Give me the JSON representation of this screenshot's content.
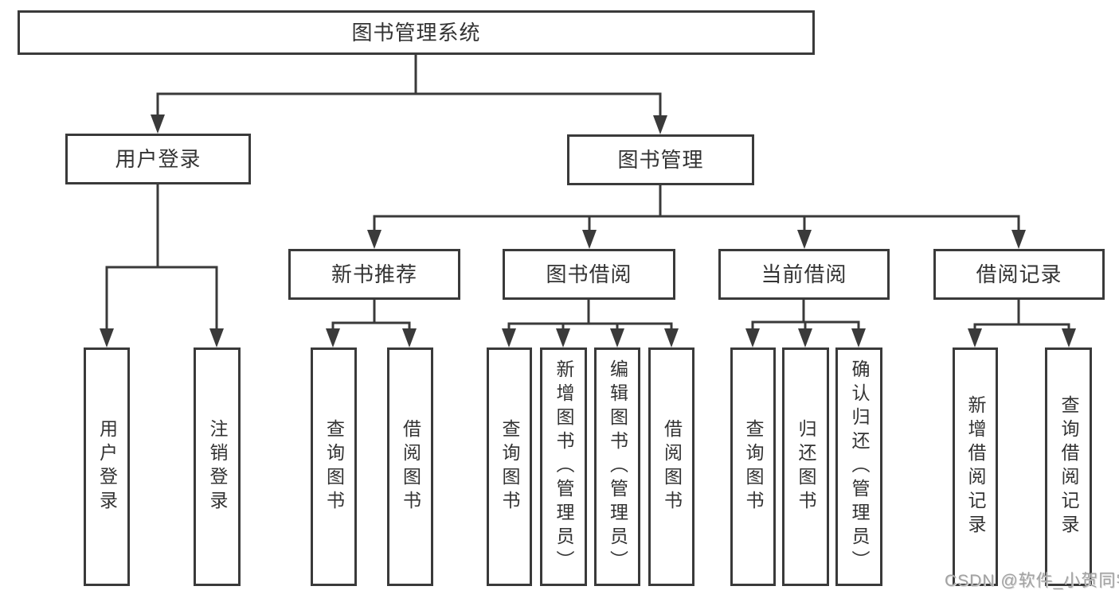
{
  "tree": {
    "label": "图书管理系统",
    "children": [
      {
        "label": "用户登录",
        "children": [
          {
            "label": "用户登录"
          },
          {
            "label": "注销登录"
          }
        ]
      },
      {
        "label": "图书管理",
        "children": [
          {
            "label": "新书推荐",
            "children": [
              {
                "label": "查询图书"
              },
              {
                "label": "借阅图书"
              }
            ]
          },
          {
            "label": "图书借阅",
            "children": [
              {
                "label": "查询图书"
              },
              {
                "label": "新增图书（管理员）"
              },
              {
                "label": "编辑图书（管理员）"
              },
              {
                "label": "借阅图书"
              }
            ]
          },
          {
            "label": "当前借阅",
            "children": [
              {
                "label": "查询图书"
              },
              {
                "label": "归还图书"
              },
              {
                "label": "确认归还（管理员）"
              }
            ]
          },
          {
            "label": "借阅记录",
            "children": [
              {
                "label": "新增借阅记录"
              },
              {
                "label": "查询借阅记录"
              }
            ]
          }
        ]
      }
    ]
  },
  "watermark": {
    "text": "CSDN @软件_小贺同学"
  },
  "colors": {
    "line": "#3a3a3a",
    "text": "#333333",
    "watermark": "#a2a2a2",
    "background": "#ffffff"
  }
}
